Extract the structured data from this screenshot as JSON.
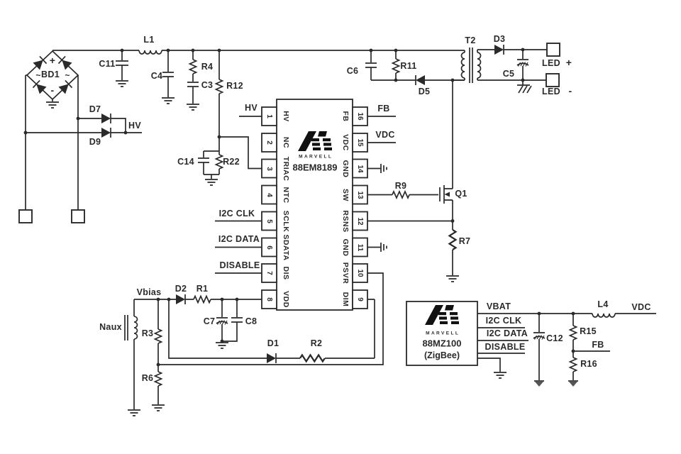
{
  "colors": {
    "ink": "#2a2a2a",
    "background": "#ffffff"
  },
  "components": {
    "bd1": "BD1",
    "c11": "C11",
    "l1": "L1",
    "c4": "C4",
    "r4": "R4",
    "c3": "C3",
    "r12": "R12",
    "c14": "C14",
    "r22": "R22",
    "d7": "D7",
    "d9": "D9",
    "c6": "C6",
    "r11": "R11",
    "d5": "D5",
    "t2": "T2",
    "d3": "D3",
    "c5": "C5",
    "r9": "R9",
    "q1": "Q1",
    "r7": "R7",
    "naux": "Naux",
    "d2": "D2",
    "r1": "R1",
    "c7": "C7",
    "c8": "C8",
    "r3": "R3",
    "r6": "R6",
    "d1": "D1",
    "r2": "R2",
    "l4": "L4",
    "c12": "C12",
    "r15": "R15",
    "r16": "R16"
  },
  "nets": {
    "hv": "HV",
    "vbias": "Vbias",
    "vbat": "VBAT",
    "vdc": "VDC",
    "fb": "FB",
    "i2c_clk": "I2C CLK",
    "i2c_data": "I2C DATA",
    "disable": "DISABLE",
    "led": "LED",
    "plus": "+",
    "minus": "-",
    "bridge_plus": "+",
    "bridge_minus": "-",
    "ac_wave": "~"
  },
  "ic_main": {
    "part": "88EM8189",
    "brand": "MARVELL",
    "pins_left": [
      {
        "n": "1",
        "name": "HV"
      },
      {
        "n": "2",
        "name": "NC"
      },
      {
        "n": "3",
        "name": "TRIAC"
      },
      {
        "n": "4",
        "name": "NTC"
      },
      {
        "n": "5",
        "name": "SCLK"
      },
      {
        "n": "6",
        "name": "SDATA"
      },
      {
        "n": "7",
        "name": "DIS"
      },
      {
        "n": "8",
        "name": "VDD"
      }
    ],
    "pins_right": [
      {
        "n": "16",
        "name": "FB"
      },
      {
        "n": "15",
        "name": "VDC"
      },
      {
        "n": "14",
        "name": "GND"
      },
      {
        "n": "13",
        "name": "SW"
      },
      {
        "n": "12",
        "name": "RSNS"
      },
      {
        "n": "11",
        "name": "GND"
      },
      {
        "n": "10",
        "name": "PSVR"
      },
      {
        "n": "9",
        "name": "DIM"
      }
    ]
  },
  "ic_zigbee": {
    "part": "88MZ100",
    "sub": "(ZigBee)",
    "brand": "MARVELL",
    "pins": [
      "VBAT",
      "I2C CLK",
      "I2C DATA",
      "DISABLE"
    ]
  }
}
